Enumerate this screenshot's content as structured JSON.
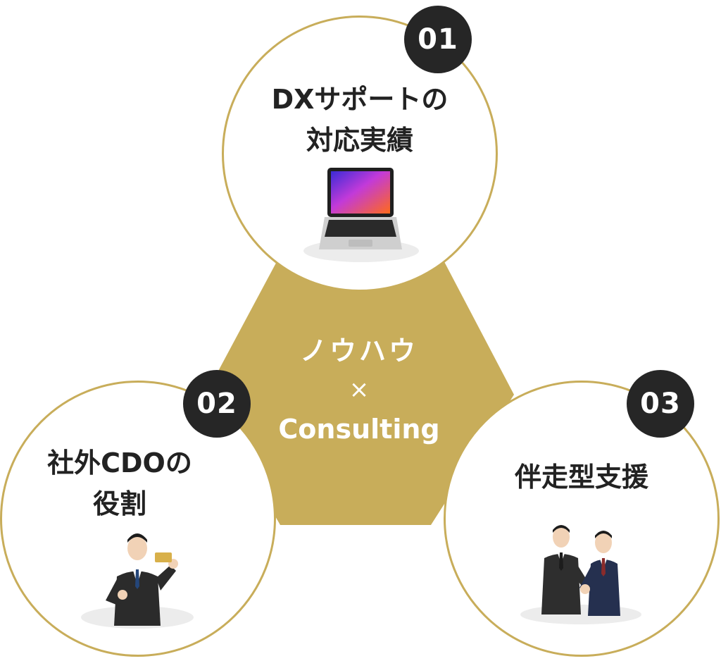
{
  "center": {
    "line1": "ノウハウ",
    "line2": "×",
    "line3": "Consulting"
  },
  "items": [
    {
      "number": "01",
      "title_lines": [
        "DXサポートの",
        "対応実績"
      ],
      "icon": "laptop-icon"
    },
    {
      "number": "02",
      "title_lines": [
        "社外CDOの",
        "役割"
      ],
      "icon": "businessman-card-icon"
    },
    {
      "number": "03",
      "title_lines": [
        "伴走型支援"
      ],
      "icon": "handshake-icon"
    }
  ],
  "colors": {
    "gold": "#c8ad5a",
    "badge": "#262626",
    "text": "#222222"
  }
}
